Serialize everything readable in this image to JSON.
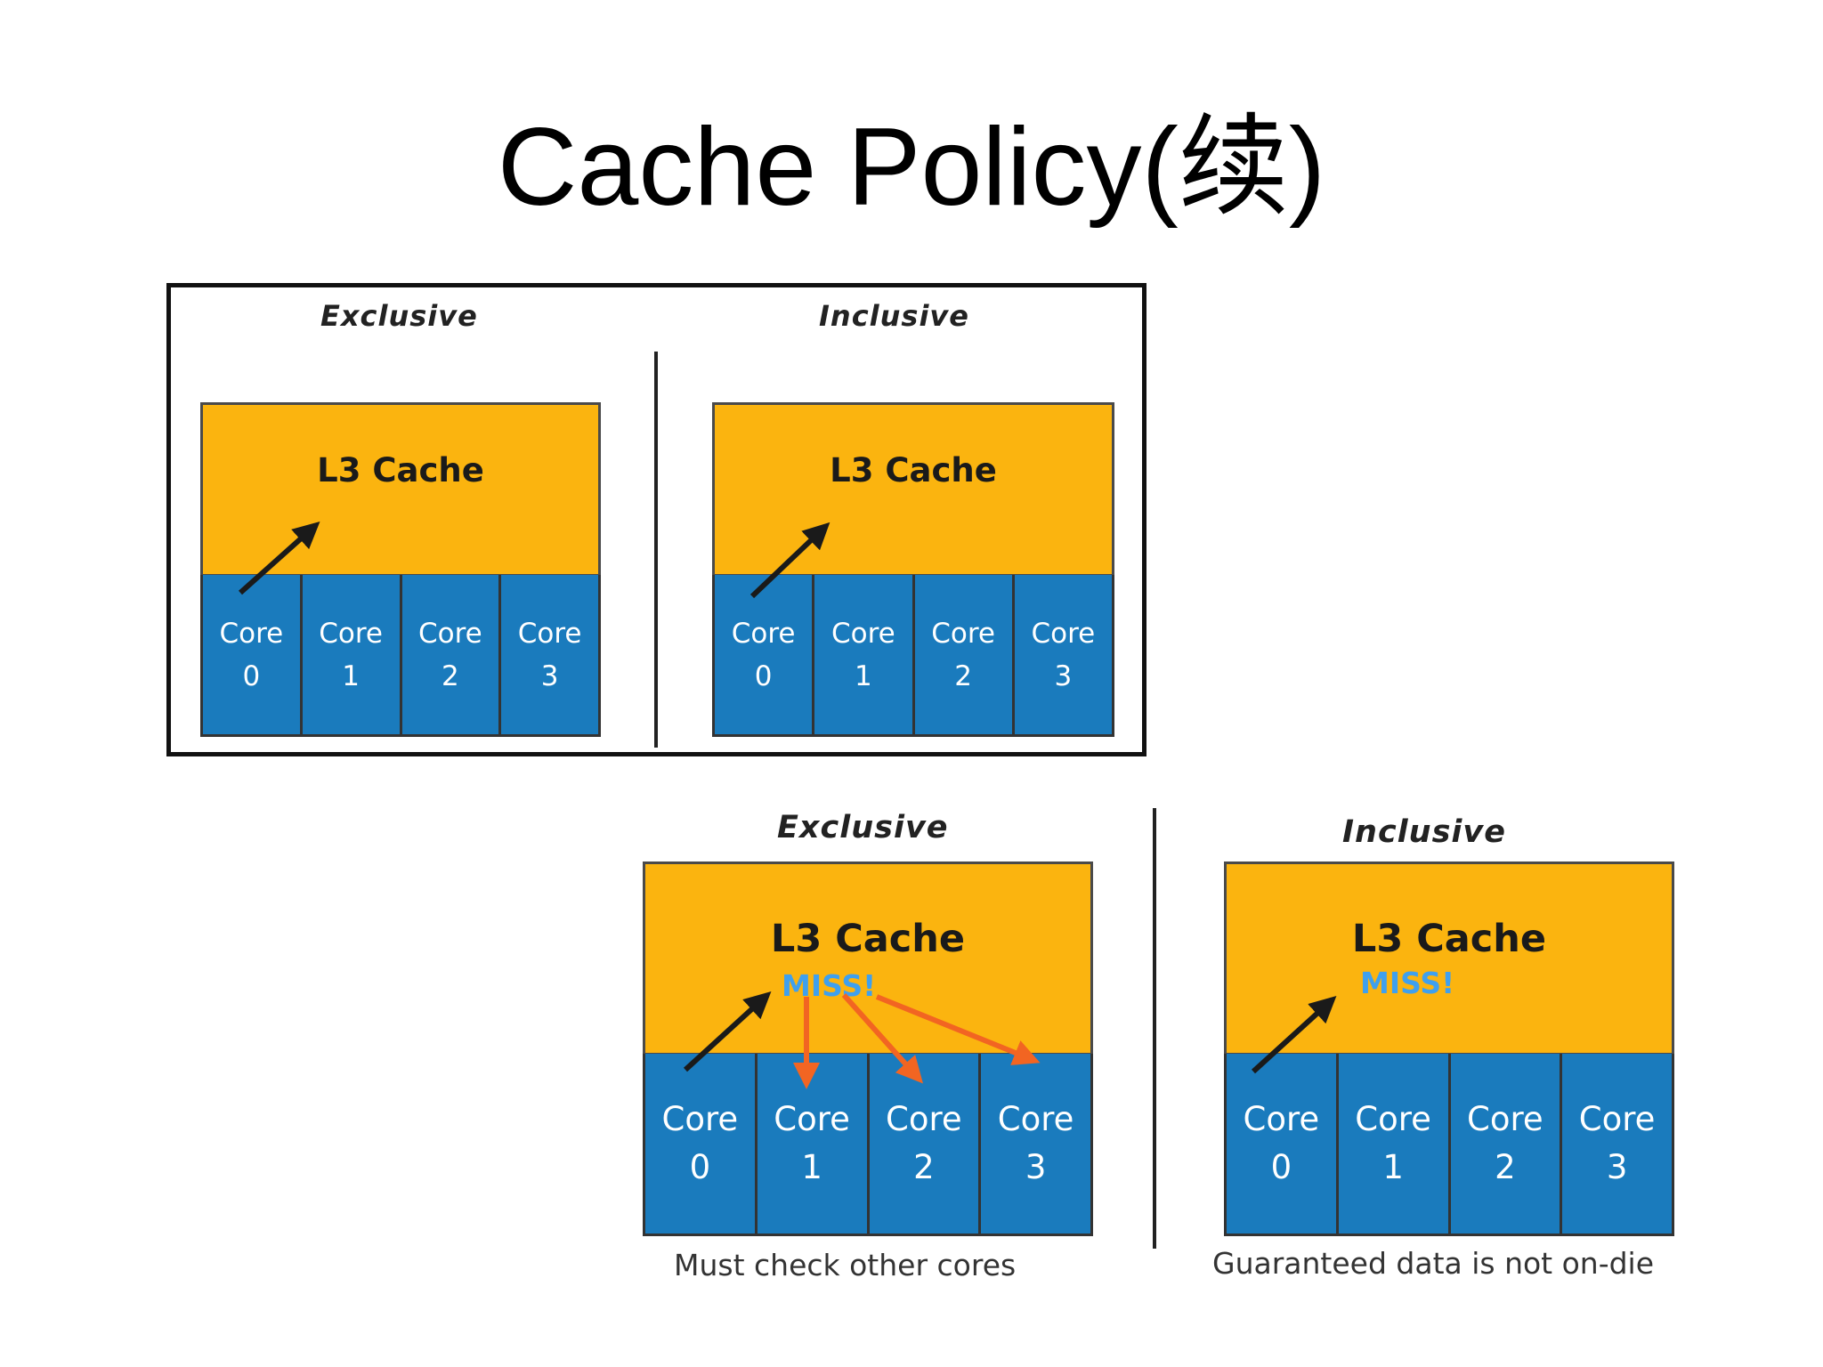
{
  "title": "Cache Policy(续)",
  "top_diagram": {
    "exclusive": {
      "heading": "Exclusive",
      "cache_label": "L3 Cache",
      "cores": [
        {
          "name": "Core",
          "id": "0"
        },
        {
          "name": "Core",
          "id": "1"
        },
        {
          "name": "Core",
          "id": "2"
        },
        {
          "name": "Core",
          "id": "3"
        }
      ]
    },
    "inclusive": {
      "heading": "Inclusive",
      "cache_label": "L3 Cache",
      "cores": [
        {
          "name": "Core",
          "id": "0"
        },
        {
          "name": "Core",
          "id": "1"
        },
        {
          "name": "Core",
          "id": "2"
        },
        {
          "name": "Core",
          "id": "3"
        }
      ]
    }
  },
  "bottom_diagram": {
    "exclusive": {
      "heading": "Exclusive",
      "cache_label": "L3 Cache",
      "miss_label": "MISS!",
      "caption": "Must check other cores",
      "cores": [
        {
          "name": "Core",
          "id": "0"
        },
        {
          "name": "Core",
          "id": "1"
        },
        {
          "name": "Core",
          "id": "2"
        },
        {
          "name": "Core",
          "id": "3"
        }
      ]
    },
    "inclusive": {
      "heading": "Inclusive",
      "cache_label": "L3 Cache",
      "miss_label": "MISS!",
      "caption": "Guaranteed data is not on-die",
      "cores": [
        {
          "name": "Core",
          "id": "0"
        },
        {
          "name": "Core",
          "id": "1"
        },
        {
          "name": "Core",
          "id": "2"
        },
        {
          "name": "Core",
          "id": "3"
        }
      ]
    }
  },
  "colors": {
    "cache": "#fbb40f",
    "core": "#1a7bbd",
    "miss": "#3fa0ee",
    "check_arrow": "#f26522",
    "access_arrow": "#1a1a1a"
  }
}
